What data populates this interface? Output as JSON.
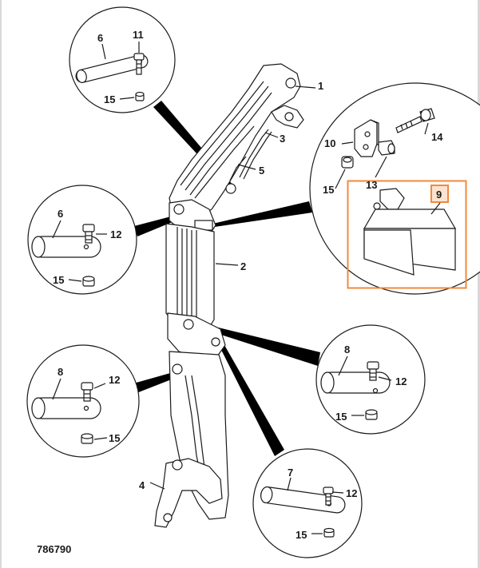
{
  "drawing_number": "786790",
  "highlight_color": "#f08a3c",
  "labels": {
    "p1": "1",
    "p2": "2",
    "p3": "3",
    "p4": "4",
    "p5": "5",
    "tl_pin": "6",
    "tl_bolt": "11",
    "tl_nut": "15",
    "ml_pin": "6",
    "ml_bolt": "12",
    "ml_nut": "15",
    "ll_pin": "8",
    "ll_bolt": "12",
    "ll_nut": "15",
    "rb_bracket": "10",
    "rb_stop": "13",
    "rb_bolt": "14",
    "rb_nut": "15",
    "rb_pad": "9",
    "mr_pin": "8",
    "mr_bolt": "12",
    "mr_nut": "15",
    "lr_pin": "7",
    "lr_bolt": "12",
    "lr_nut": "15"
  }
}
